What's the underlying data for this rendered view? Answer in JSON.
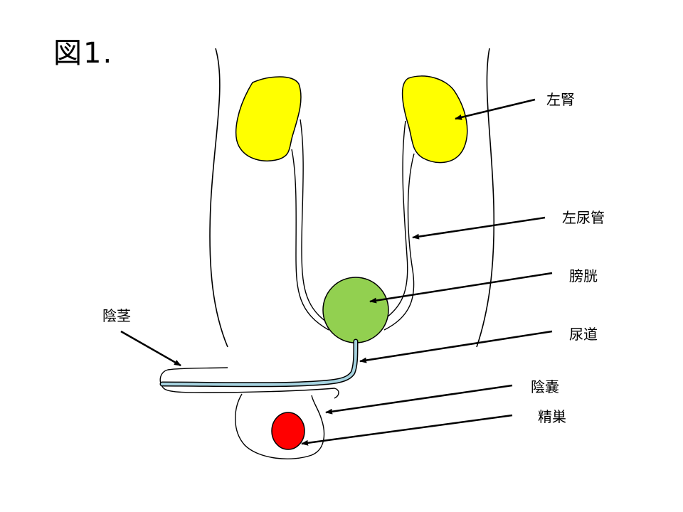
{
  "figure_title": "図1.",
  "labels": {
    "left_kidney": "左腎",
    "left_ureter": "左尿管",
    "bladder": "膀胱",
    "urethra": "尿道",
    "penis": "陰茎",
    "scrotum": "陰嚢",
    "testis": "精巣"
  },
  "colors": {
    "kidney": "#ffff00",
    "bladder": "#92d050",
    "urethra": "#a6d3e0",
    "testis": "#ff0000",
    "outline": "#000000"
  }
}
